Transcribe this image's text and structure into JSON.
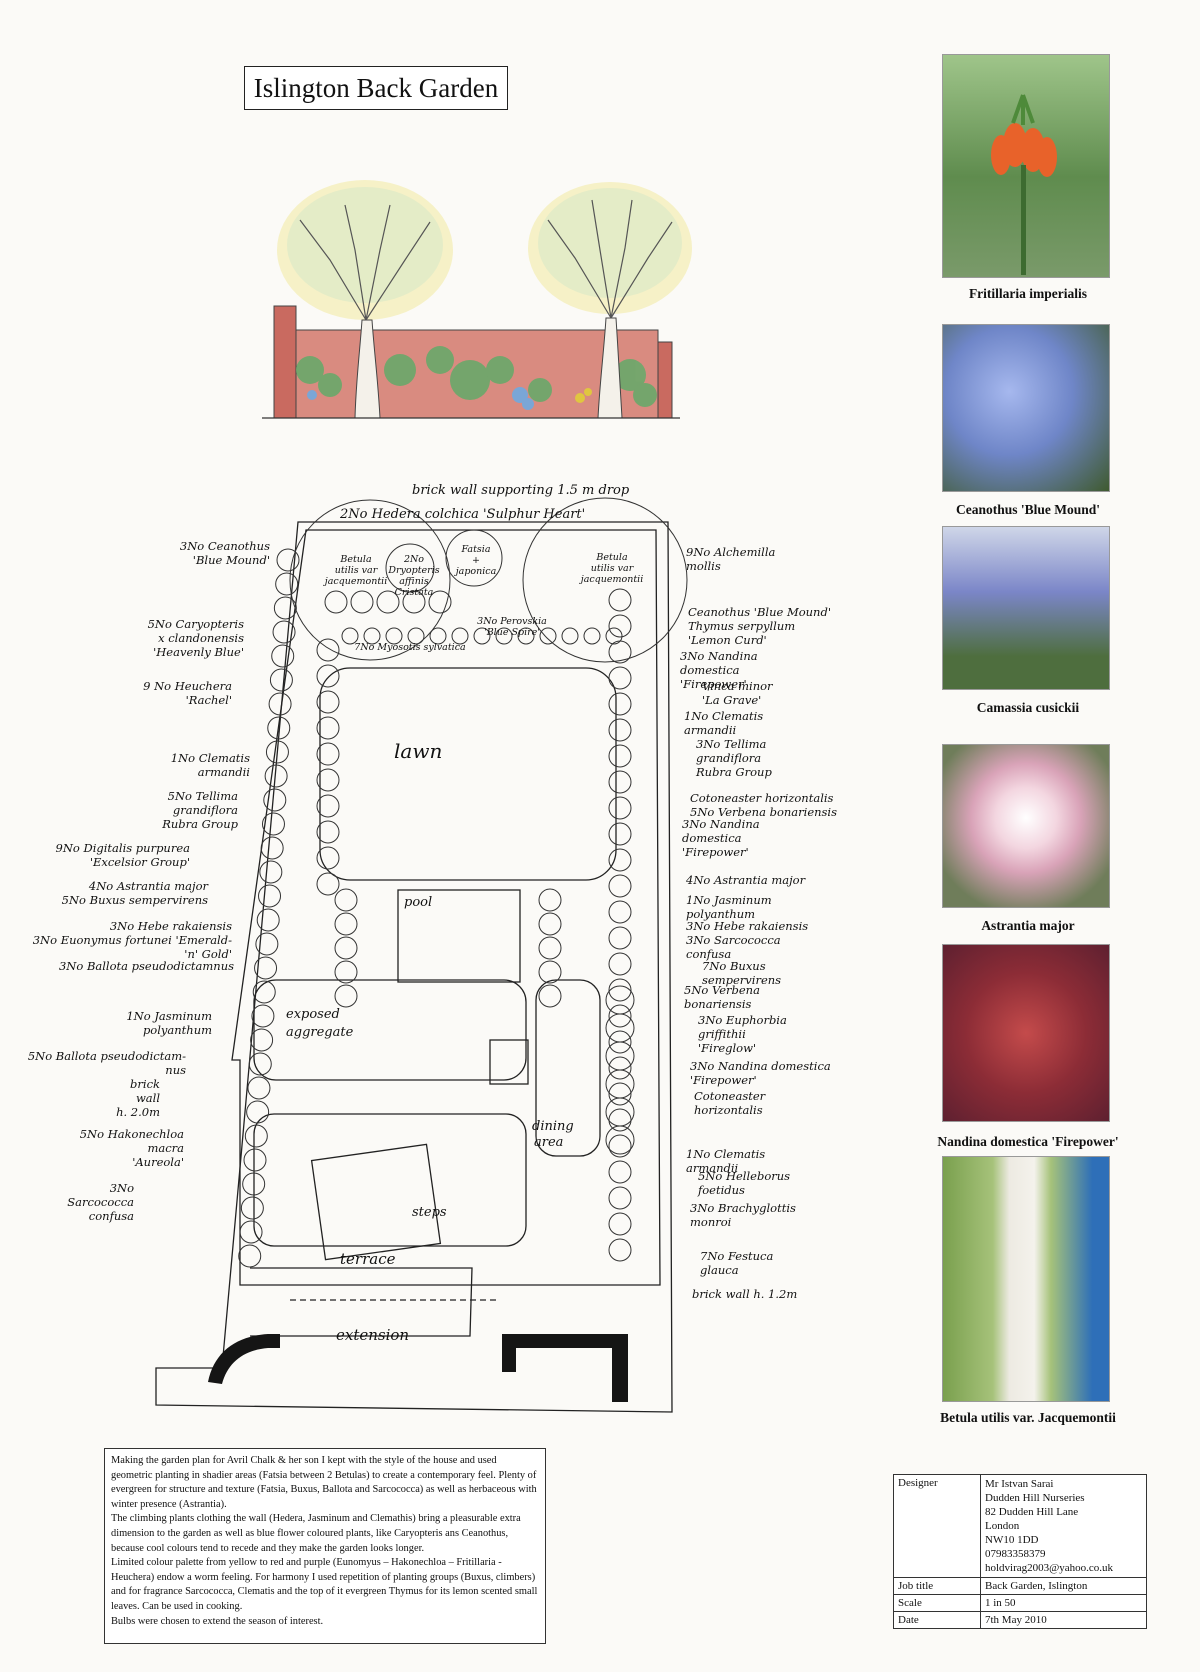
{
  "title": "Islington Back Garden",
  "plan": {
    "top_wall": "brick wall supporting 1.5 m drop",
    "areas": {
      "lawn": "lawn",
      "pool": "pool",
      "aggregate_l1": "exposed",
      "aggregate_l2": "aggregate",
      "dining_l1": "dining",
      "dining_l2": "area",
      "steps": "steps",
      "terrace": "terrace",
      "extension": "extension"
    },
    "inner_labels": {
      "betula_left": [
        "Betula",
        "utilis var",
        "jacquemontii"
      ],
      "betula_right": [
        "Betula",
        "utilis var",
        "jacquemontii"
      ],
      "fatsia": [
        "Fatsia",
        "+",
        "japonica"
      ],
      "dryopteris": [
        "2No",
        "Dryopteris",
        "affinis",
        "Cristata"
      ],
      "perovskia": [
        "3No Perovskia",
        "'Blue Spire'"
      ],
      "myosotis": "7No Myosotis sylvatica"
    },
    "top_label": "2No Hedera colchica 'Sulphur Heart'",
    "left_labels": [
      [
        "3No Ceanothus",
        "'Blue Mound'"
      ],
      [
        "5No Caryopteris",
        "x clandonensis",
        "'Heavenly Blue'"
      ],
      [
        "9 No Heuchera",
        "'Rachel'"
      ],
      [
        "1No Clematis",
        "armandii"
      ],
      [
        "5No Tellima",
        "grandiflora",
        "Rubra Group"
      ],
      [
        "9No Digitalis purpurea",
        "'Excelsior Group'"
      ],
      [
        "4No Astrantia major",
        "5No Buxus sempervirens"
      ],
      [
        "3No Hebe rakaiensis",
        "3No Euonymus fortunei 'Emerald-",
        "'n' Gold'"
      ],
      [
        "3No Ballota pseudodictamnus"
      ],
      [
        "1No Jasminum",
        "polyanthum"
      ],
      [
        "5No Ballota pseudodictam-",
        "nus"
      ],
      [
        "brick",
        "wall",
        "h. 2.0m"
      ],
      [
        "5No Hakonechloa",
        "macra",
        "'Aureola'"
      ],
      [
        "3No",
        "Sarcococca",
        "confusa"
      ]
    ],
    "right_labels": [
      [
        "9No Alchemilla",
        "mollis"
      ],
      [
        "Ceanothus 'Blue Mound'",
        "Thymus serpyllum",
        "'Lemon Curd'"
      ],
      [
        "3No Nandina",
        "domestica",
        "'Firepower'"
      ],
      [
        "Vinca minor",
        "'La Grave'"
      ],
      [
        "1No Clematis",
        "armandii"
      ],
      [
        "3No Tellima",
        "grandiflora",
        "Rubra Group"
      ],
      [
        "Cotoneaster horizontalis",
        "5No Verbena bonariensis"
      ],
      [
        "3No Nandina",
        "domestica",
        "'Firepower'"
      ],
      [
        "4No Astrantia major"
      ],
      [
        "1No Jasminum",
        "polyanthum"
      ],
      [
        "3No Hebe rakaiensis",
        "3No Sarcococca",
        "confusa"
      ],
      [
        "7No Buxus",
        "sempervirens"
      ],
      [
        "5No Verbena",
        "bonariensis"
      ],
      [
        "3No Euphorbia",
        "griffithii",
        "'Fireglow'"
      ],
      [
        "3No Nandina domestica",
        "'Firepower'"
      ],
      [
        "Cotoneaster",
        "horizontalis"
      ],
      [
        "1No Clematis",
        "armandii"
      ],
      [
        "5No Helleborus",
        "foetidus"
      ],
      [
        "3No Brachyglottis",
        "monroi"
      ],
      [
        "7No Festuca",
        "glauca"
      ],
      [
        "brick wall h. 1.2m"
      ]
    ]
  },
  "photos": [
    {
      "caption": "Fritillaria imperialis",
      "icon": "fritillaria-photo"
    },
    {
      "caption": "Ceanothus 'Blue Mound'",
      "icon": "ceanothus-photo"
    },
    {
      "caption": "Camassia cusickii",
      "icon": "camassia-photo"
    },
    {
      "caption": "Astrantia major",
      "icon": "astrantia-photo"
    },
    {
      "caption": "Nandina domestica 'Firepower'",
      "icon": "nandina-photo"
    },
    {
      "caption": "Betula utilis var. Jacquemontii",
      "icon": "betula-photo"
    }
  ],
  "description": [
    "Making the garden plan for Avril Chalk & her son I kept with the style of the house and used geometric planting in shadier areas (Fatsia between 2 Betulas) to create a contemporary feel. Plenty of evergreen for structure and texture (Fatsia, Buxus, Ballota and Sarcococca) as well as herbaceous with winter presence (Astrantia).",
    "The climbing plants clothing the wall (Hedera, Jasminum and Clemathis) bring a pleasurable extra dimension to the garden as well as blue flower coloured plants, like Caryopteris ans Ceanothus, because cool colours tend to recede and they make the garden looks longer.",
    "Limited colour palette from yellow to red and purple (Eunomyus – Hakonechloa – Fritillaria - Heuchera) endow a worm feeling. For harmony I used repetition of planting groups (Buxus, climbers) and for fragrance Sarcococca, Clematis and the top of it evergreen Thymus for its lemon scented small leaves. Can be used in cooking.",
    "Bulbs were chosen to extend the season of interest."
  ],
  "info": {
    "designer_label": "Designer",
    "designer": [
      "Mr Istvan Sarai",
      "Dudden Hill Nurseries",
      "82 Dudden Hill Lane",
      "London",
      "NW10 1DD",
      "07983358379",
      "holdvirag2003@yahoo.co.uk"
    ],
    "job_label": "Job title",
    "job": "Back Garden, Islington",
    "scale_label": "Scale",
    "scale": "1 in 50",
    "date_label": "Date",
    "date": "7th May 2010"
  },
  "colors": {
    "brick": "#b8524a",
    "foliage": "#5a9a5a",
    "sky_yellow": "#f3e9a0"
  }
}
